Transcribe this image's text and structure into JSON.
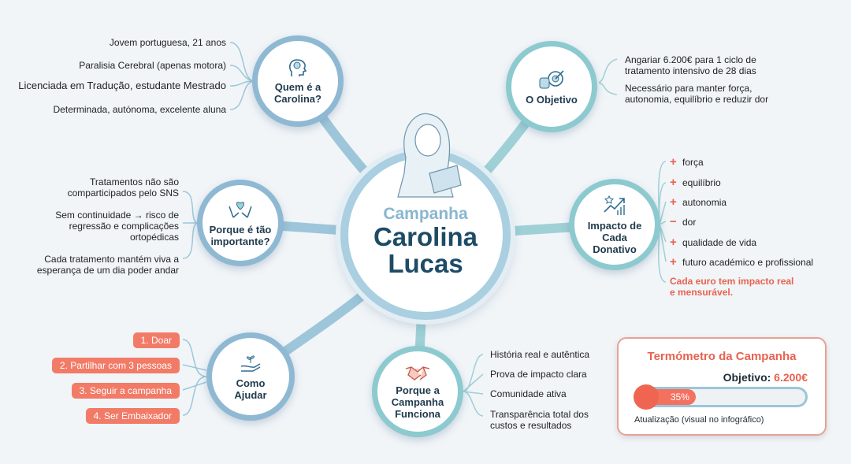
{
  "center": {
    "line1": "Campanha",
    "line2": "Carolina",
    "line3": "Lucas"
  },
  "quem": {
    "title1": "Quem é a",
    "title2": "Carolina?",
    "items": [
      "Jovem portuguesa, 21 anos",
      "Paralisia Cerebral (apenas motora)",
      "Licenciada em Tradução, estudante Mestrado",
      "Determinada, autónoma, excelente aluna"
    ]
  },
  "objetivo": {
    "title": "O Objetivo",
    "items": [
      "Angariar 6.200€ para 1 ciclo de tratamento intensivo de 28 dias",
      "Necessário para manter força, autonomia, equilíbrio e reduzir dor"
    ]
  },
  "importante": {
    "title1": "Porque é tão",
    "title2": "importante?",
    "items": [
      "Tratamentos não são comparticipados pelo SNS",
      "Sem continuidade → risco de regressão e complicações ortopédicas",
      "Cada tratamento mantém viva a esperança de um dia poder andar"
    ]
  },
  "impacto": {
    "title1": "Impacto de",
    "title2": "Cada",
    "title3": "Donativo",
    "items": [
      {
        "sign": "+",
        "text": "força"
      },
      {
        "sign": "+",
        "text": "equilíbrio"
      },
      {
        "sign": "+",
        "text": "autonomia"
      },
      {
        "sign": "−",
        "text": "dor"
      },
      {
        "sign": "+",
        "text": "qualidade de vida"
      },
      {
        "sign": "+",
        "text": "futuro académico e profissional"
      }
    ],
    "note": "Cada euro tem impacto real e mensurável."
  },
  "ajudar": {
    "title1": "Como",
    "title2": "Ajudar",
    "items": [
      "1. Doar",
      "2. Partilhar com 3 pessoas",
      "3. Seguir a campanha",
      "4. Ser Embaixador"
    ]
  },
  "funciona": {
    "title1": "Porque a",
    "title2": "Campanha",
    "title3": "Funciona",
    "items": [
      "História real e autêntica",
      "Prova de impacto clara",
      "Comunidade ativa",
      "Transparência total dos custos e resultados"
    ]
  },
  "thermometer": {
    "title": "Termómetro da Campanha",
    "goal_label": "Objetivo:",
    "goal_value": "6.200€",
    "progress_percent": 35,
    "progress_label": "35%",
    "caption": "Atualização (visual no infográfico)"
  },
  "colors": {
    "accent": "#f27b67",
    "blue": "#8fb8d3",
    "teal": "#8ccacf",
    "dark": "#1e4b66"
  }
}
